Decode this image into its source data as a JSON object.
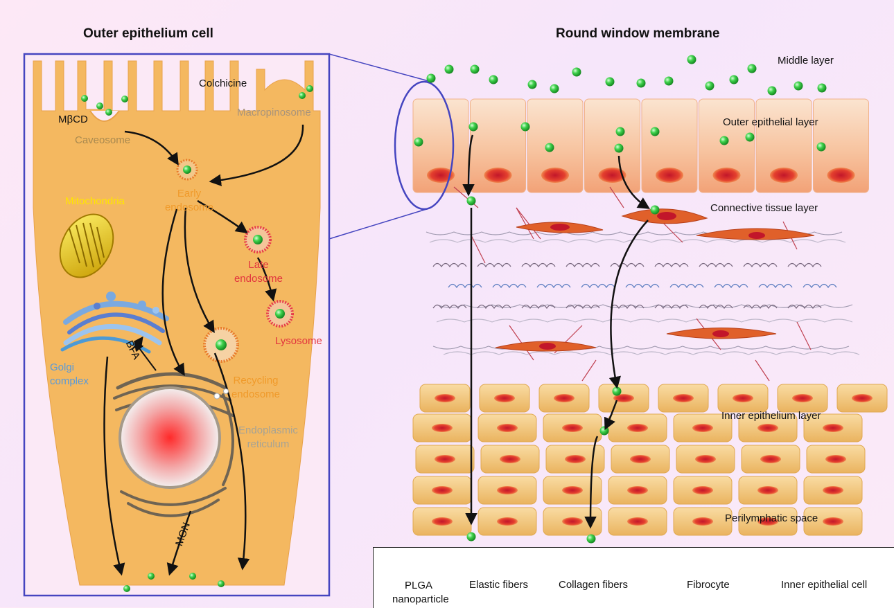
{
  "titles": {
    "left": "Outer epithelium cell",
    "right": "Round window membrane"
  },
  "cell_labels": {
    "colchicine": "Colchicine",
    "mbcd": "MβCD",
    "macropinosome": "Macropinosome",
    "caveosome": "Caveosome",
    "early_endosome_1": "Early",
    "early_endosome_2": "endosome",
    "mitochondria": "Mitochondria",
    "late_endosome_1": "Late",
    "late_endosome_2": "endosome",
    "lysosome": "Lysosome",
    "bfa": "BFA",
    "golgi_1": "Golgi",
    "golgi_2": "complex",
    "recycling_1": "Recycling",
    "recycling_2": "endosome",
    "er_1": "Endoplasmic",
    "er_2": "reticulum",
    "mon": "MON"
  },
  "layer_labels": {
    "middle": "Middle layer",
    "outer_epithelial": "Outer epithelial layer",
    "connective": "Connective tissue layer",
    "inner_epithelium": "Inner epithelium layer",
    "perilymphatic": "Perilymphatic space"
  },
  "legend": {
    "nanoparticle_1": "PLGA",
    "nanoparticle_2": "nanoparticle",
    "elastic": "Elastic fibers",
    "collagen": "Collagen fibers",
    "fibrocyte": "Fibrocyte",
    "inner_cell": "Inner epithelial cell"
  },
  "colors": {
    "cell_body": "#f4b860",
    "nanoparticle": "#3fcf4c",
    "nucleus": "#e04030",
    "frame": "#4545c0",
    "arrow": "#111111",
    "fibrocyte": "#e0602a"
  }
}
